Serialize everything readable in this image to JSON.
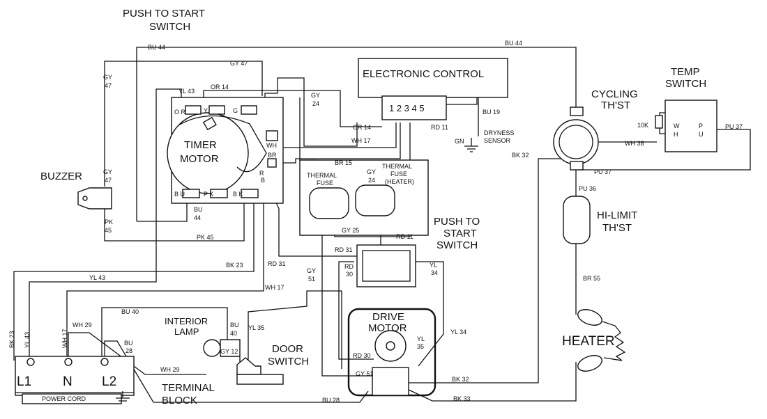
{
  "titles": {
    "push_start_top_1": "PUSH TO START",
    "push_start_top_2": "SWITCH",
    "electronic_control": "ELECTRONIC CONTROL",
    "control_pins": "1 2 3 4 5",
    "timer_1": "TIMER",
    "timer_2": "MOTOR",
    "buzzer": "BUZZER",
    "thermal_fuse_1": "THERMAL",
    "thermal_fuse_2": "FUSE",
    "thermal_fuse_heater_1": "THERMAL",
    "thermal_fuse_heater_2": "FUSE",
    "thermal_fuse_heater_3": "(HEATER)",
    "push_start_mid_1": "PUSH TO",
    "push_start_mid_2": "START",
    "push_start_mid_3": "SWITCH",
    "cycling_1": "CYCLING",
    "cycling_2": "TH'ST",
    "temp_1": "TEMP",
    "temp_2": "SWITCH",
    "hilimit_1": "HI-LIMIT",
    "hilimit_2": "TH'ST",
    "heater": "HEATER",
    "drive_1": "DRIVE",
    "drive_2": "MOTOR",
    "lamp_1": "INTERIOR",
    "lamp_2": "LAMP",
    "door_1": "DOOR",
    "door_2": "SWITCH",
    "terminal_1": "TERMINAL",
    "terminal_2": "BLOCK",
    "power_cord": "POWER CORD",
    "l1": "L1",
    "n": "N",
    "l2": "L2",
    "dryness_1": "DRYNESS",
    "dryness_2": "SENSOR",
    "gn": "GN",
    "ten_k": "10K"
  },
  "wires": {
    "bu44_top": "BU 44",
    "bu44_right": "BU 44",
    "gy47_top": "GY 47",
    "gy47_left_a": "GY",
    "gy47_left_b": "47",
    "gy47_mid_a": "GY",
    "gy47_mid_b": "47",
    "yl43": "YL 43",
    "or14_top": "OR 14",
    "or14_mid": "OR 14",
    "gy24_a": "GY",
    "gy24_b": "24",
    "gy24_fuse_a": "GY",
    "gy24_fuse_b": "24",
    "bu19": "BU 19",
    "rd11_top": "RD 11",
    "rd11_bot": "RD 11",
    "wh17_top": "WH 17",
    "wh17_mid": "WH 17",
    "br15": "BR 15",
    "bk32_right": "BK 32",
    "bk32_bot": "BK 32",
    "wh38": "WH 38",
    "pu37_right": "PU 37",
    "pu37_bot": "PU 37",
    "pu36": "PU 36",
    "br55": "BR 55",
    "pk45_a": "PK",
    "pk45_b": "45",
    "pk45_bot": "PK 45",
    "bu44_timer_a": "BU",
    "bu44_timer_b": "44",
    "gy25": "GY 25",
    "rd31_a": "RD 31",
    "rd31_b": "RD 31",
    "bk23": "BK 23",
    "yl43_mid": "YL 43",
    "gy51_a": "GY",
    "gy51_b": "51",
    "rd30_a": "RD",
    "rd30_b": "30",
    "yl34_a": "YL",
    "yl34_b": "34",
    "yl34_mid": "YL 34",
    "bu40_top": "BU 40",
    "bu40_a": "BU",
    "bu40_b": "40",
    "yl35": "YL 35",
    "yl35_m_a": "YL",
    "yl35_m_b": "35",
    "gy12": "GY 12",
    "wh29_a": "WH 29",
    "wh29_b": "WH 29",
    "bu28_a": "BU",
    "bu28_b": "28",
    "bu28_bot": "BU 28",
    "rd30_bot": "RD 30",
    "gy51_bot": "GY 51",
    "bk33": "BK 33",
    "bk23_v": "BK 23",
    "yl43_v": "YL 43",
    "wh17_v": "WH 17"
  },
  "timer_terminals": {
    "or": "O R",
    "y": "Y",
    "g": "G",
    "wh": "WH",
    "br": "BR",
    "r": "R",
    "b": "B",
    "bu": "B U",
    "pk": "P K",
    "bk": "B K"
  },
  "temp_terminals": {
    "w": "W",
    "h": "H",
    "p": "P",
    "u": "U"
  }
}
